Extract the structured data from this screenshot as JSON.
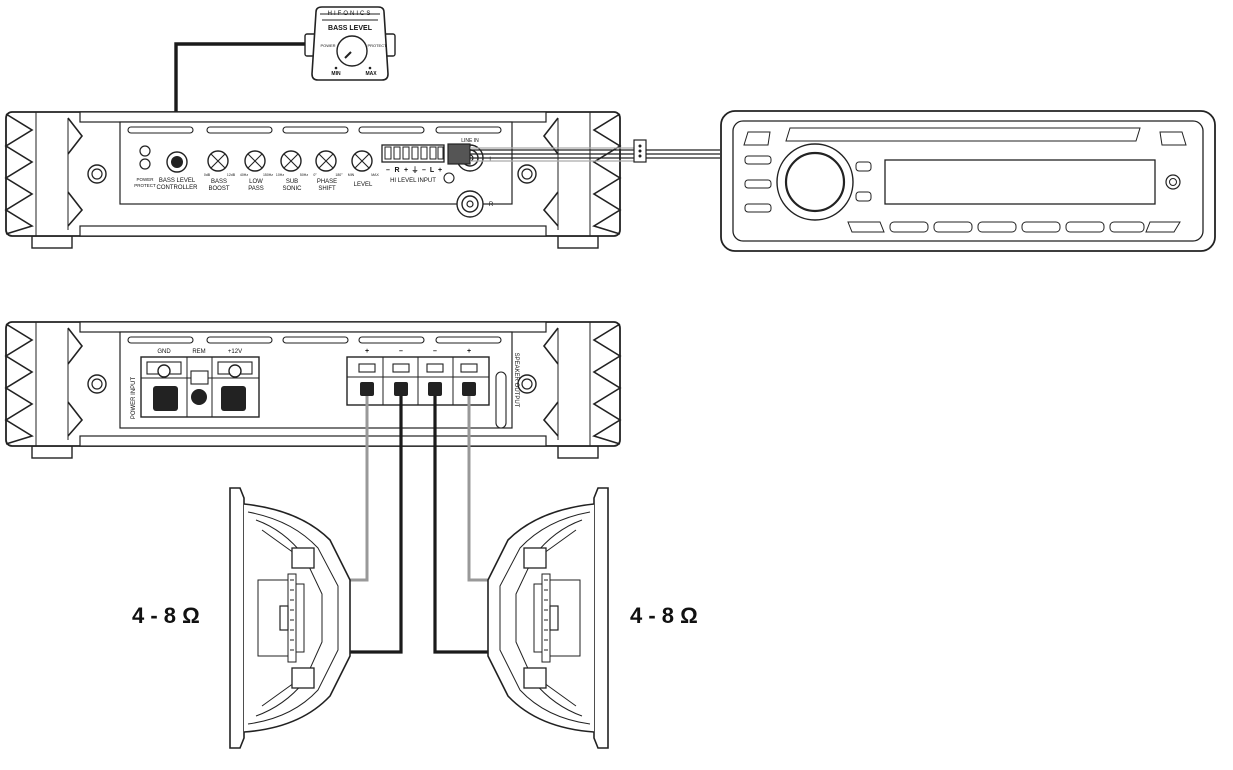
{
  "remote": {
    "brand": "HIFONICS",
    "title": "BASS LEVEL",
    "left_tag": "POWER",
    "right_tag": "PROTECT",
    "min_label": "MIN",
    "max_label": "MAX"
  },
  "amp_top": {
    "power_protect": [
      "POWER",
      "PROTECT"
    ],
    "bass_level_controller": [
      "BASS LEVEL",
      "CONTROLLER"
    ],
    "knobs": [
      {
        "id": "bass-boost",
        "name": [
          "BASS",
          "BOOST"
        ],
        "min": "0dB",
        "max": "12dB"
      },
      {
        "id": "low-pass",
        "name": [
          "LOW",
          "PASS"
        ],
        "min": "40Hz",
        "max": "150Hz"
      },
      {
        "id": "sub-sonic",
        "name": [
          "SUB",
          "SONIC"
        ],
        "min": "10Hz",
        "max": "50Hz"
      },
      {
        "id": "phase-shift",
        "name": [
          "PHASE",
          "SHIFT"
        ],
        "min": "0°",
        "max": "180°"
      },
      {
        "id": "level",
        "name": [
          "LEVEL"
        ],
        "min": "MIN",
        "max": "MAX"
      }
    ],
    "hi_level_terminals": [
      "–",
      "R",
      "+",
      "⏚",
      "–",
      "L",
      "+"
    ],
    "hi_level_label": "HI LEVEL INPUT",
    "line_in_label": "LINE IN",
    "rca_l": "L",
    "rca_r": "R"
  },
  "amp_bottom": {
    "power_input_label": "POWER INPUT",
    "terminals": [
      "GND",
      "REM",
      "+12V"
    ],
    "speaker_signs": [
      "+",
      "–",
      "–",
      "+"
    ],
    "speaker_output_label": "SPEAKER OUTPUT"
  },
  "speakers": [
    {
      "impedance": "4 - 8 Ω"
    },
    {
      "impedance": "4 - 8 Ω"
    }
  ]
}
